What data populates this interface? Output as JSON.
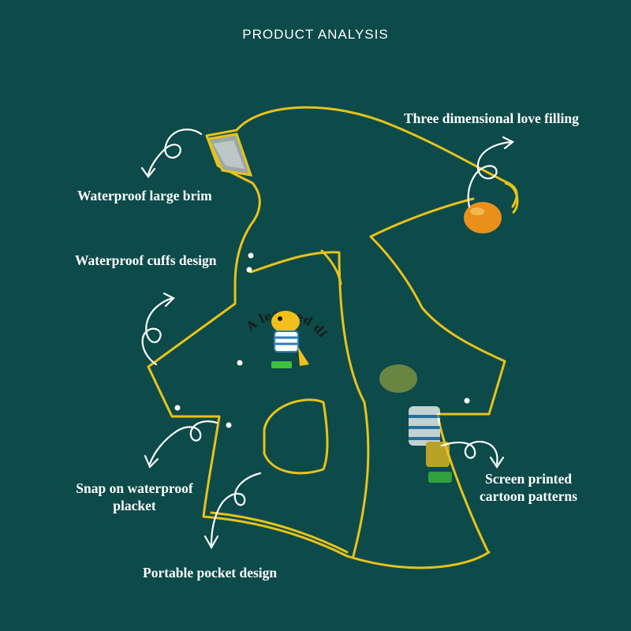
{
  "title": "PRODUCT ANALYSIS",
  "labels": {
    "brim": "Waterproof large brim",
    "cuffs": "Waterproof cuffs design",
    "love": "Three dimensional love filling",
    "snap_line1": "Snap on waterproof",
    "snap_line2": "placket",
    "screen_line1": "Screen printed",
    "screen_line2": "cartoon patterns",
    "pocket": "Portable pocket design"
  },
  "print_text": "A learned dinosaur",
  "colors": {
    "background": "#0d4a4a",
    "outline": "#e8c21a",
    "text": "#ffffff",
    "accent_orange": "#e8901a"
  },
  "icons": [
    "curly-arrow-icon",
    "heart-filling-icon",
    "dinosaur-print-icon",
    "snap-button-icon"
  ]
}
